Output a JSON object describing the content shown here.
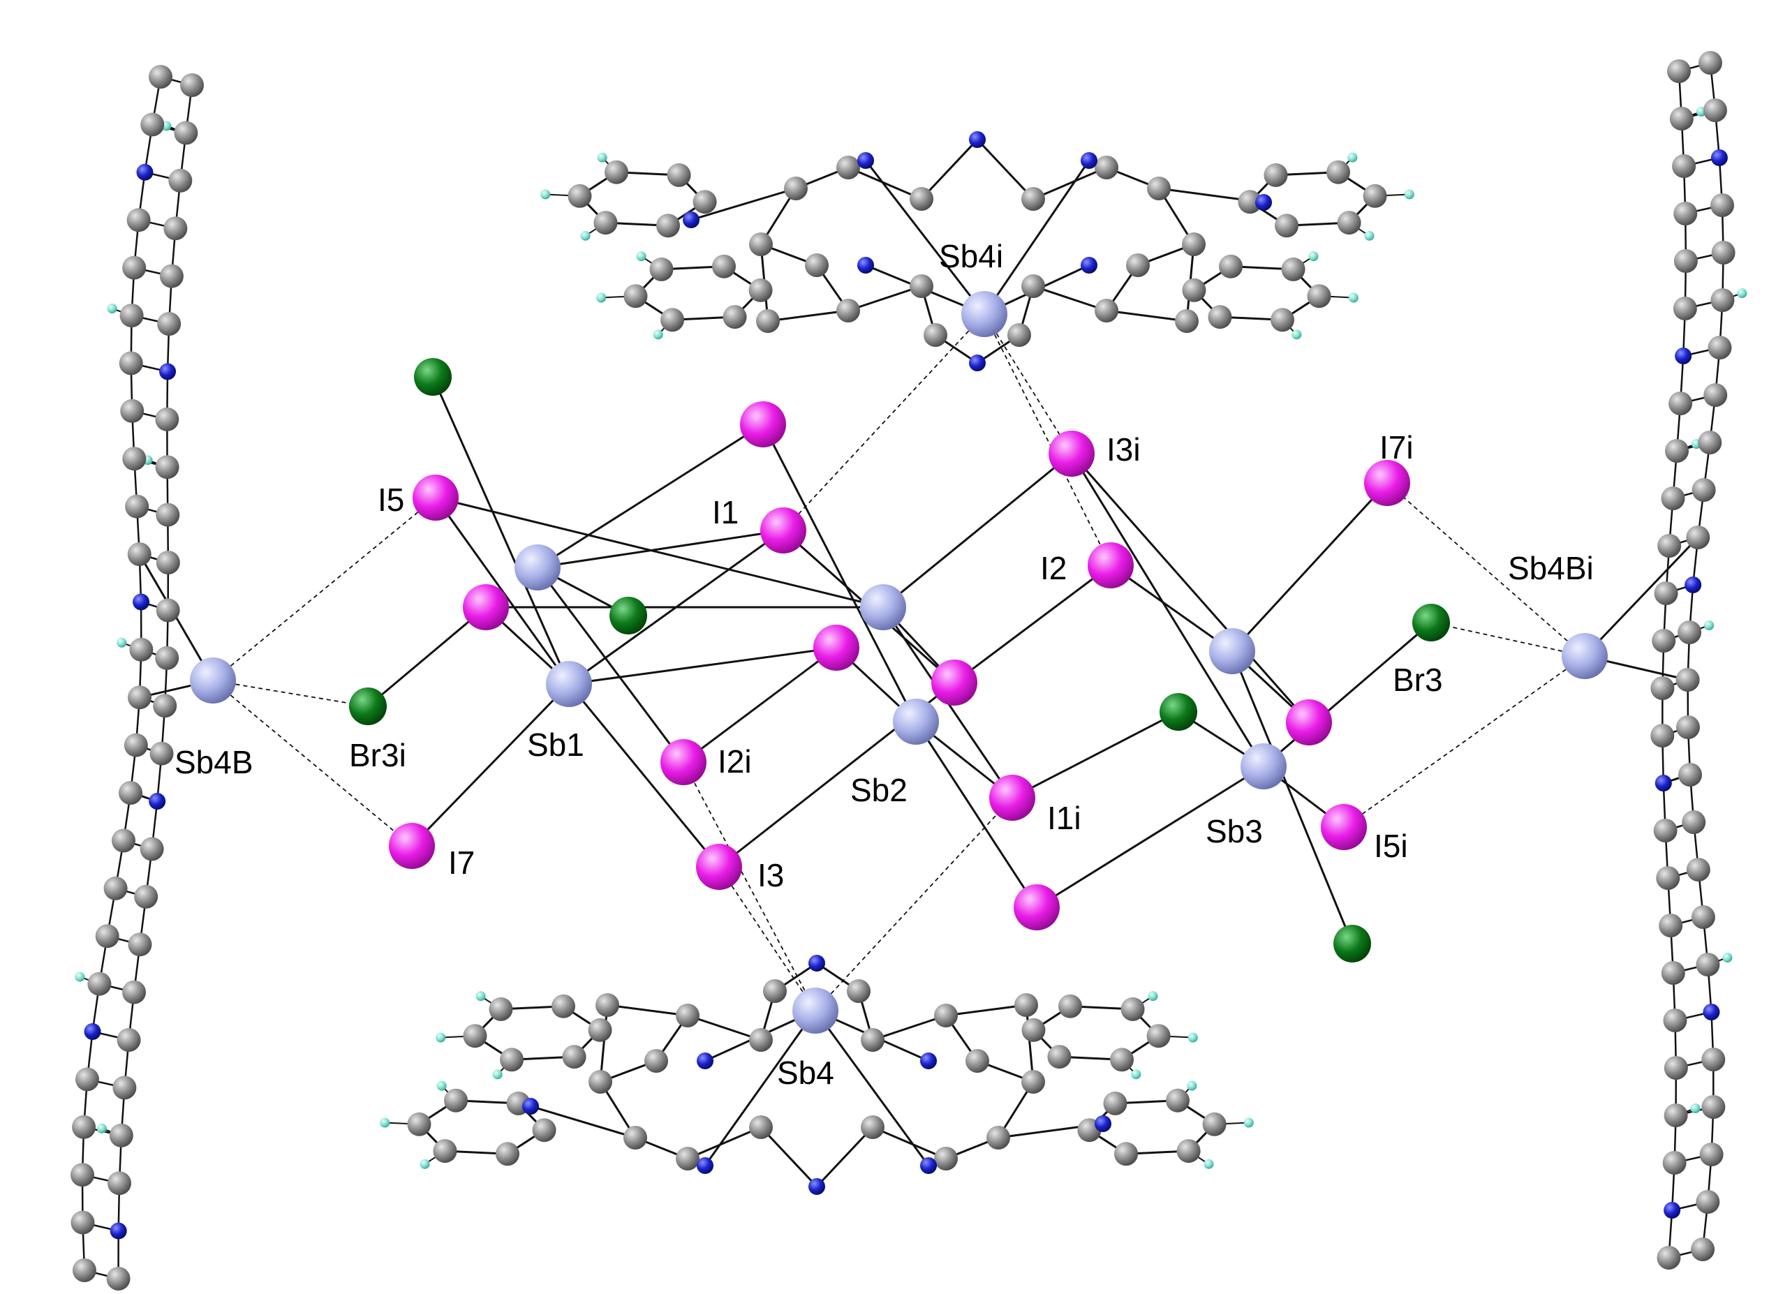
{
  "atom_labels": {
    "sb4i": "Sb4i",
    "i3i": "I3i",
    "i7i": "I7i",
    "i1": "I1",
    "i2": "I2",
    "i5": "I5",
    "sb4bi": "Sb4Bi",
    "br3": "Br3",
    "sb4b": "Sb4B",
    "br3i": "Br3i",
    "sb1": "Sb1",
    "i2i": "I2i",
    "sb2": "Sb2",
    "i1i": "I1i",
    "sb3": "Sb3",
    "i5i": "I5i",
    "i7": "I7",
    "i3": "I3",
    "sb4": "Sb4"
  },
  "colors": {
    "antimony": "#a9b2e8",
    "iodine": "#ea1ee8",
    "bromine": "#0d7a1a",
    "carbon": "#8f8f8f",
    "nitrogen": "#1a22cc",
    "hydrogen": "#7ee0d0",
    "bond": "#111111"
  }
}
